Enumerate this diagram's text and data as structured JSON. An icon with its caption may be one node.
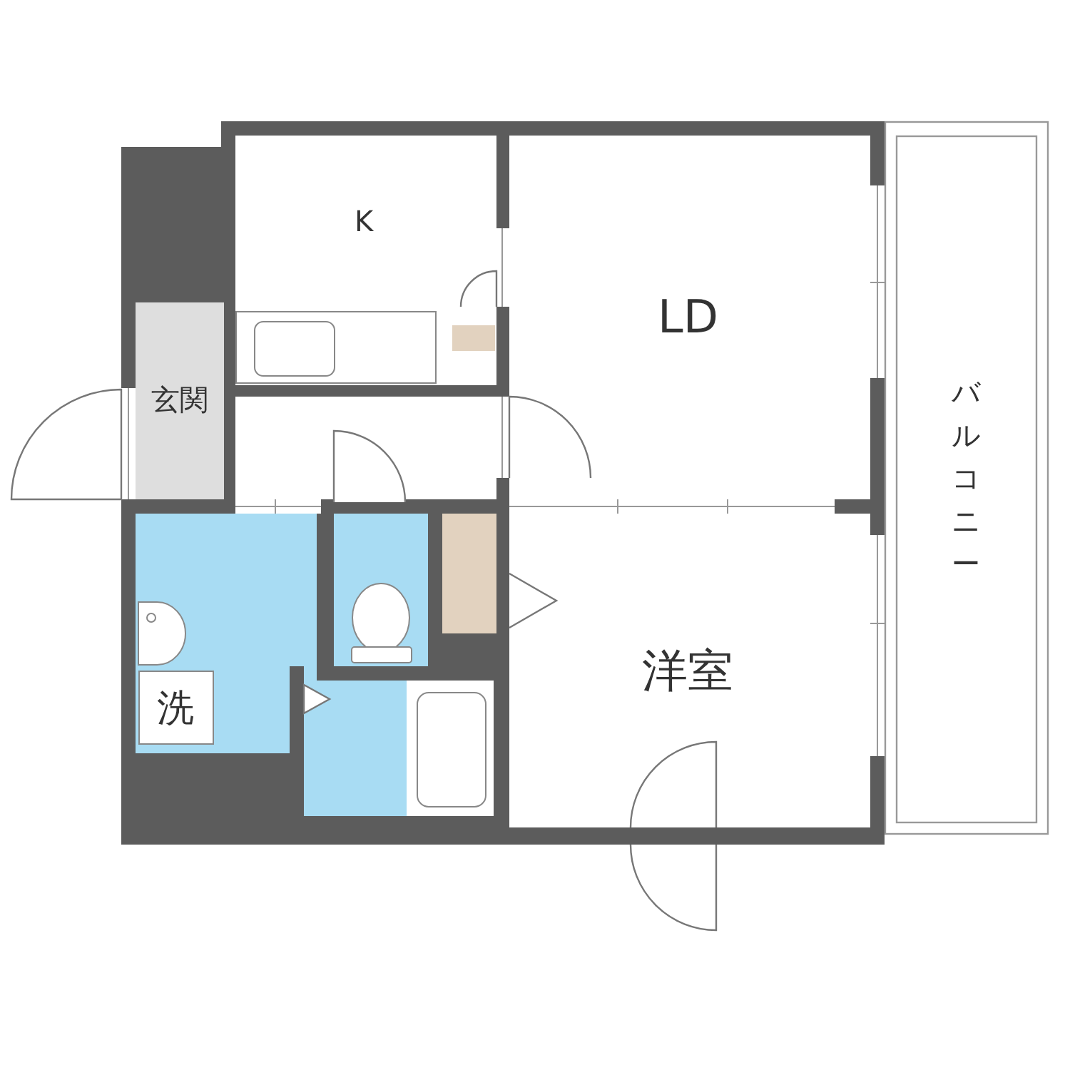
{
  "diagram": {
    "nodes": [
      {
        "text": [
          "K"
        ]
      },
      {
        "text": [
          "LD"
        ]
      },
      {
        "text": [
          "玄関"
        ]
      },
      {
        "text": [
          "バルコニー"
        ]
      },
      {
        "text": [
          "洋室"
        ]
      },
      {
        "text": [
          "洗"
        ]
      }
    ]
  }
}
